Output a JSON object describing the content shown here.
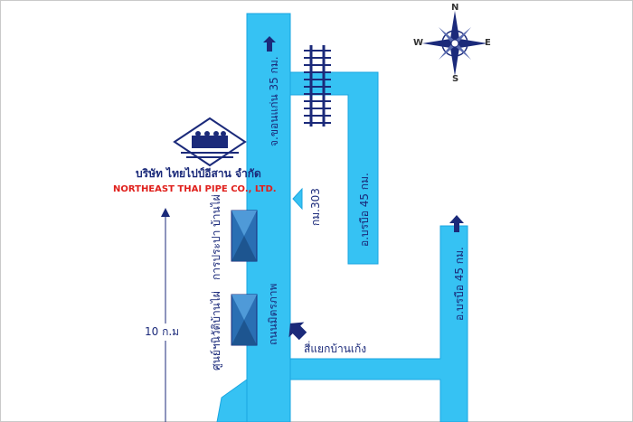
{
  "company": {
    "name_th": "บริษัท ไทยไปป์อีสาน จำกัด",
    "name_en": "NORTHEAST THAI PIPE CO., LTD."
  },
  "roads": {
    "main_road": "ถนนมิตรภาพ",
    "to_khon_kaen": "จ.ขอนแก่น 35 กม.",
    "to_udon_1": "อ.บรบือ 45 กม.",
    "to_udon_2": "อ.บรบือ 45 กม.",
    "km_marker": "กม.303",
    "intersection": "สี่แยกบ้านเก้ง"
  },
  "places": {
    "school": "การประปา บ้านไผ่",
    "center": "ศูนย์ฯนิวัติบ้านไผ่"
  },
  "distance": {
    "label": "10 ก.ม"
  },
  "compass": {
    "n": "N",
    "e": "E",
    "s": "S",
    "w": "W"
  },
  "colors": {
    "road": "#36c2f3",
    "road_edge": "#1aa6e0",
    "arrow": "#1b2a7a",
    "text": "#1b2a7a",
    "brand_red": "#e0201c"
  }
}
